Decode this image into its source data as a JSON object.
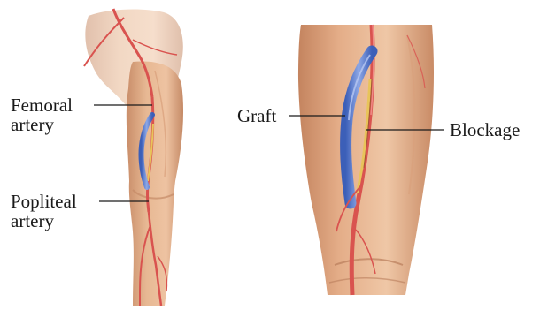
{
  "colors": {
    "skin": "#e2b08d",
    "skin_shadow": "#c58a66",
    "skin_light": "#f0c9a8",
    "artery": "#d9534f",
    "artery_dark": "#a8322f",
    "graft": "#4a6fc9",
    "graft_light": "#7f9be0",
    "blockage": "#e8c45a",
    "leader": "#1a1a1a"
  },
  "labels": {
    "femoral": [
      "Femoral",
      "artery"
    ],
    "popliteal": [
      "Popliteal",
      "artery"
    ],
    "graft": "Graft",
    "blockage": "Blockage"
  },
  "icons": [
    "leg-illustration",
    "thigh-closeup-illustration"
  ]
}
